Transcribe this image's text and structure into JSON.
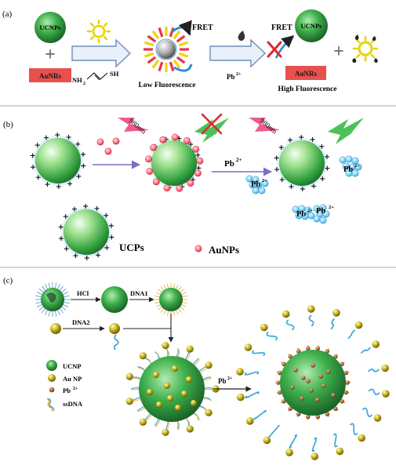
{
  "panel_a": {
    "label": "(a)",
    "ucnps_label": "UCNPs",
    "aunrs_label": "AuNRs",
    "linker_left": "NH",
    "linker_sub": "2",
    "linker_right": "SH",
    "fret_label": "FRET",
    "low_label": "Low Fluorescence",
    "pb_label": "Pb",
    "pb_sup": "2+",
    "fret_label_2": "FRET",
    "ucnps_label_2": "UCNPs",
    "aunrs_label_2": "AuNRs",
    "high_label": "High Fluorescence"
  },
  "panel_b": {
    "label": "(b)",
    "laser_1": "980nm",
    "laser_2": "980nm",
    "pb_arrow": "Pb",
    "pb_arrow_sup": "2+",
    "pb_cluster_1": "Pb",
    "pb_cluster_1_sup": "2+",
    "pb_cluster_2": "Pb",
    "pb_cluster_2_sup": "2+",
    "pb_cluster_3": "Pb",
    "pb_cluster_3_sup": "2+",
    "pb_cluster_4": "Pb",
    "pb_cluster_4_sup": "2+",
    "ucps_label": "UCPs",
    "aunps_label": "AuNPs"
  },
  "panel_c": {
    "label": "(c)",
    "hcl_label": "HCl",
    "dna1_label": "DNA1",
    "dna2_label": "DNA2",
    "pb_label": "Pb",
    "pb_sup": "2+",
    "legend": [
      {
        "icon": "ucnp-icon",
        "label": "UCNP"
      },
      {
        "icon": "au-np-icon",
        "label": "Au NP"
      },
      {
        "icon": "pb-ion-icon",
        "label": "Pb",
        "sup": "2+"
      },
      {
        "icon": "ssdna-icon",
        "label": "ssDNA"
      }
    ]
  },
  "colors": {
    "aunrs_box": "#e8504f",
    "ucnp_green": "#2e8b3d",
    "arrow_fill": "#e9f0fa",
    "arrow_stroke": "#6e8fb8",
    "laser_pink": "#f05a88",
    "bolt_green": "#4bc25a",
    "aunp_red": "#e8334a",
    "pb_cyan": "#43b6e6",
    "au_gold": "#c9b51a",
    "dna_blue": "#3a9ad9",
    "pb_brown": "#8b4513"
  }
}
